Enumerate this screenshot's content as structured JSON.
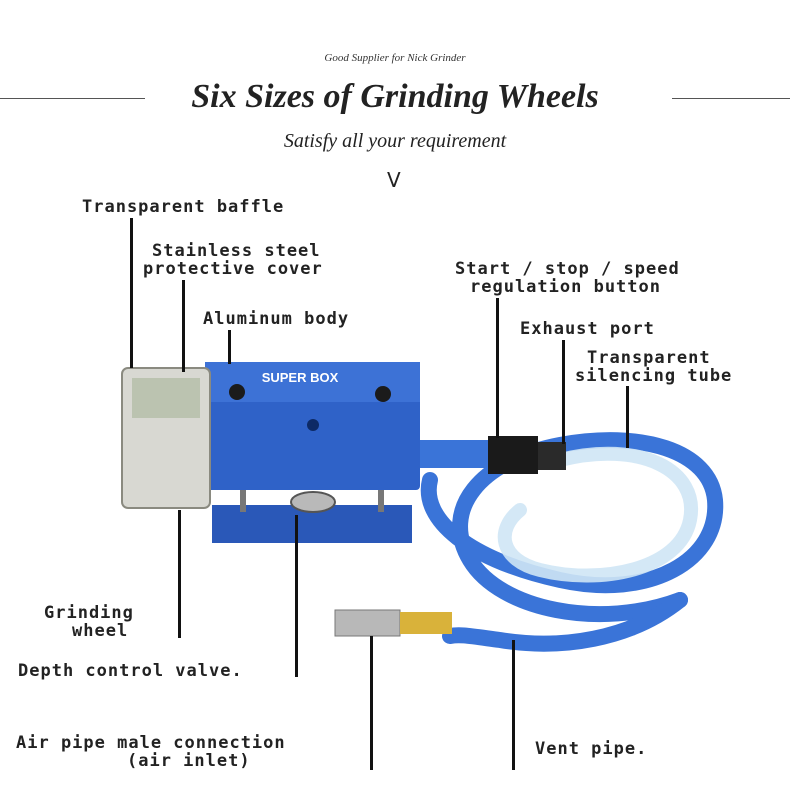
{
  "header": {
    "tagline": "Good Supplier for Nick Grinder",
    "title": "Six Sizes of Grinding  Wheels",
    "subtitle": "Satisfy all your requirement",
    "chevron": "V"
  },
  "device": {
    "brand": "SUPER BOX",
    "body_color": "#2f62c8",
    "hose_color": "#3a74d8"
  },
  "labels": {
    "transparent_baffle": "Transparent baffle",
    "stainless_cover_l1": "Stainless steel",
    "stainless_cover_l2": "protective cover",
    "aluminum_body": "Aluminum body",
    "start_stop_l1": "Start / stop / speed",
    "start_stop_l2": "regulation button",
    "exhaust_port": "Exhaust port",
    "silencing_l1": "Transparent",
    "silencing_l2": "silencing tube",
    "grinding_l1": "Grinding",
    "grinding_l2": "wheel",
    "depth_valve": "Depth control valve.",
    "air_pipe_l1": "Air pipe male connection",
    "air_pipe_l2": "(air inlet)",
    "vent_pipe": "Vent pipe."
  }
}
